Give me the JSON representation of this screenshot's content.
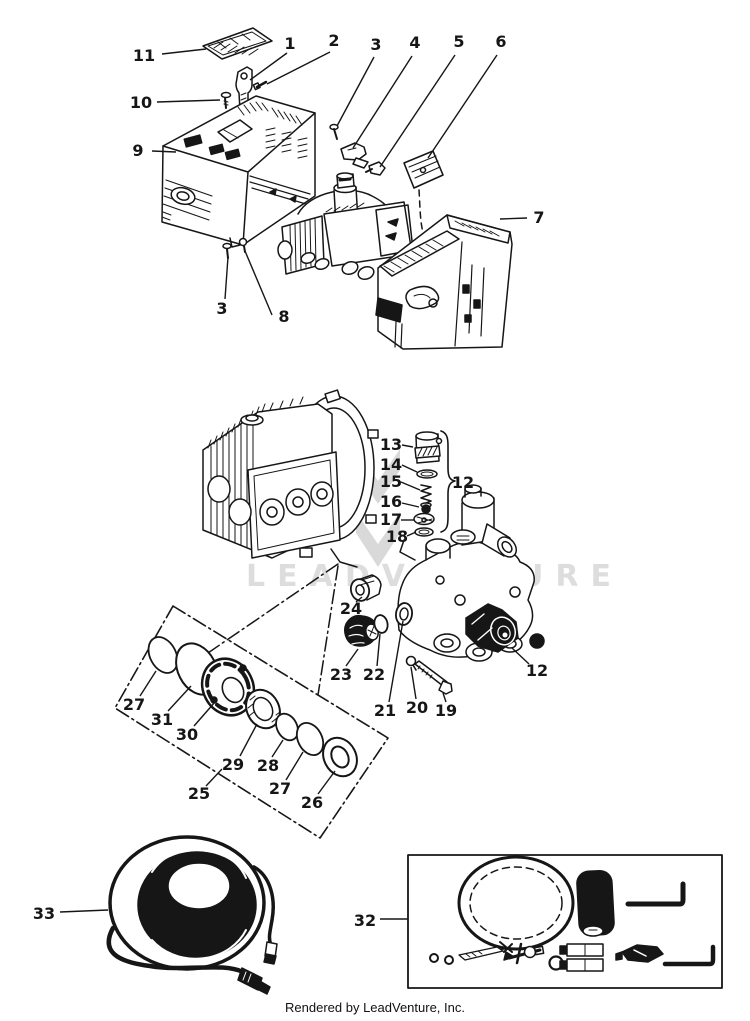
{
  "page": {
    "footer": "Rendered by LeadVenture, Inc.",
    "watermark_text": "LEADVENTURE",
    "colors": {
      "ink": "#161616",
      "paper": "#ffffff",
      "watermark": "#d8d8d8"
    }
  },
  "callouts": {
    "n1": "1",
    "n2": "2",
    "n3_top": "3",
    "n3_bottom": "3",
    "n4": "4",
    "n5": "5",
    "n6": "6",
    "n7": "7",
    "n8": "8",
    "n9": "9",
    "n10": "10",
    "n11": "11",
    "n12_valve_group": "12",
    "n12_outlet_fitting": "12",
    "n13": "13",
    "n14": "14",
    "n15": "15",
    "n16": "16",
    "n17": "17",
    "n18": "18",
    "n19": "19",
    "n20": "20",
    "n21": "21",
    "n22": "22",
    "n23": "23",
    "n24": "24",
    "n25": "25",
    "n26": "26",
    "n27_left": "27",
    "n27_right": "27",
    "n28": "28",
    "n29": "29",
    "n30": "30",
    "n31": "31",
    "n32": "32",
    "n33": "33"
  }
}
